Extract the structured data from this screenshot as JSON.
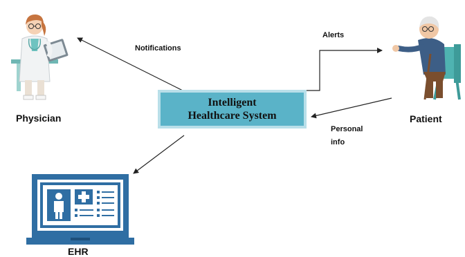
{
  "central_box": {
    "line1": "Intelligent",
    "line2": "Healthcare System"
  },
  "nodes": {
    "physician": "Physician",
    "patient": "Patient",
    "ehr": "EHR"
  },
  "edges": {
    "notifications": "Notifications",
    "alerts": "Alerts",
    "personal_info_line1": "Personal",
    "personal_info_line2": "info"
  },
  "colors": {
    "central_fill": "#5ab3c8",
    "central_border": "#b9dfe9",
    "ehr_blue": "#2f6ea3",
    "arrow": "#222222"
  },
  "icons": {
    "physician": "doctor-with-clipboard-illustration",
    "patient": "elderly-man-seated-illustration",
    "ehr": "laptop-medical-record-icon"
  }
}
